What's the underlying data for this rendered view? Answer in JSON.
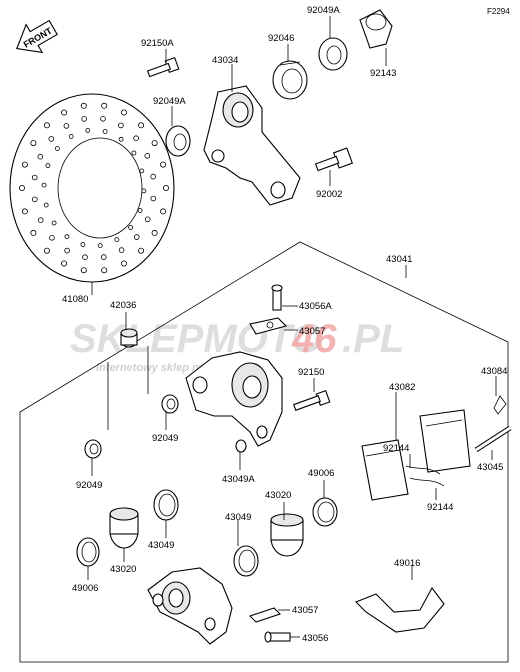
{
  "diagram": {
    "code": "F2294",
    "front_label": "FRONT",
    "watermark": {
      "brand_part1": "SKLEPMOTO",
      "brand_part2": "46",
      "brand_part3": ".PL",
      "tagline": "internetowy sklep motocyklowy"
    },
    "labels": {
      "p92150A": "92150A",
      "p92049A_top": "92049A",
      "p92046": "92046",
      "p92143": "92143",
      "p43034": "43034",
      "p92049A_left": "92049A",
      "p92002": "92002",
      "p41080": "41080",
      "p42036": "42036",
      "p43041": "43041",
      "p43056A": "43056A",
      "p43057_top": "43057",
      "p92150": "92150",
      "p43082": "43082",
      "p43084": "43084",
      "p92049_mid": "92049",
      "p92049_left": "92049",
      "p43049A": "43049A",
      "p49006_right": "49006",
      "p92144_a": "92144",
      "p92144_b": "92144",
      "p43045": "43045",
      "p43020_right": "43020",
      "p43049_mid": "43049",
      "p43049_low": "43049",
      "p43020_left": "43020",
      "p49006_left": "49006",
      "p49016": "49016",
      "p43057_bottom": "43057",
      "p43056": "43056"
    }
  }
}
